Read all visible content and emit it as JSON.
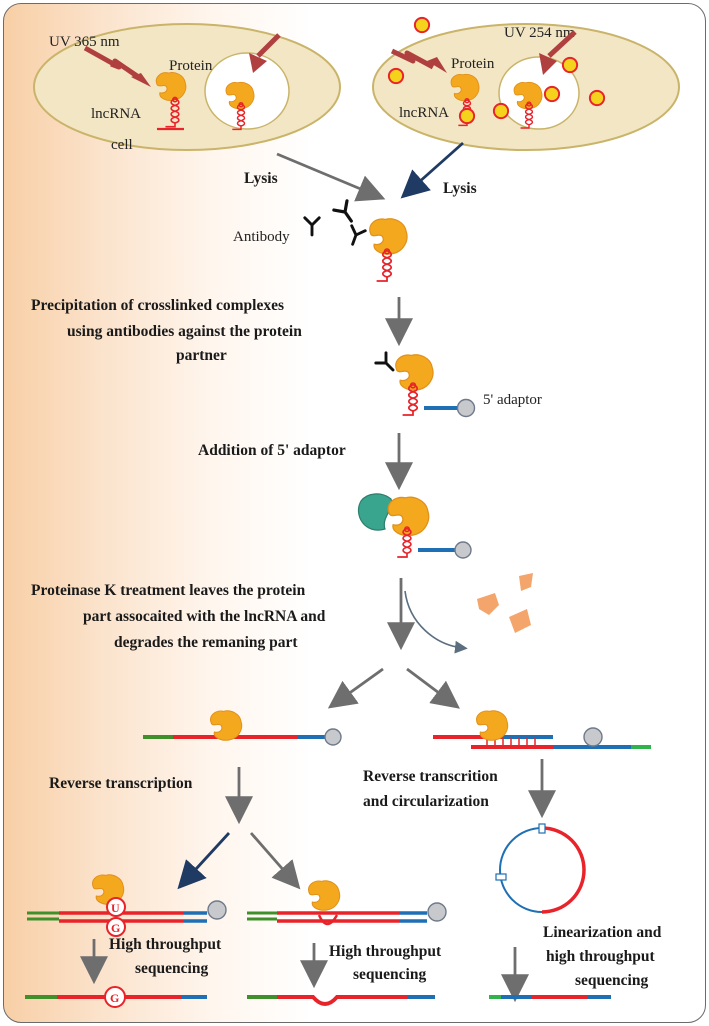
{
  "labels": {
    "uv365": "UV 365 nm",
    "uv254": "UV 254 nm",
    "protein_left": "Protein",
    "protein_right": "Protein",
    "lncrna_left": "lncRNA",
    "lncrna_right": "lncRNA",
    "cell": "cell",
    "lysis_left": "Lysis",
    "lysis_right": "Lysis",
    "antibody": "Antibody",
    "adaptor_5": "5' adaptor",
    "u_marker": "U",
    "g_marker": "G"
  },
  "steps": {
    "precipitation": [
      "Precipitation of crosslinked complexes",
      "using antibodies against the protein",
      "partner"
    ],
    "addition": "Addition of 5' adaptor",
    "proteinase": [
      "Proteinase K treatment leaves the protein",
      "part assocaited with the lncRNA and",
      "degrades the remaning part"
    ],
    "rt": "Reverse transcription",
    "rtc": [
      "Reverse transcrition",
      "and circularization"
    ],
    "hts_a": [
      "High throughput",
      "sequencing"
    ],
    "hts_b": [
      "High throughput",
      "sequencing"
    ],
    "lin": [
      "Linearization and",
      "high throughput",
      "sequencing"
    ]
  },
  "colors": {
    "rna": "#e8232a",
    "dna": "#1f6fb5",
    "green_seg": "#3f8f2a",
    "green_bright": "#2fb34a",
    "protein": "#f4a81d",
    "protein_edge": "#d9891a",
    "uv_arrow": "#b0403f",
    "gray_arrow": "#6e6e6e",
    "navy_arrow": "#1f3a63",
    "adaptor_ball": "#c8c9cc",
    "uridine_fill": "#f5d21b",
    "green_protein": "#3aa58e"
  }
}
